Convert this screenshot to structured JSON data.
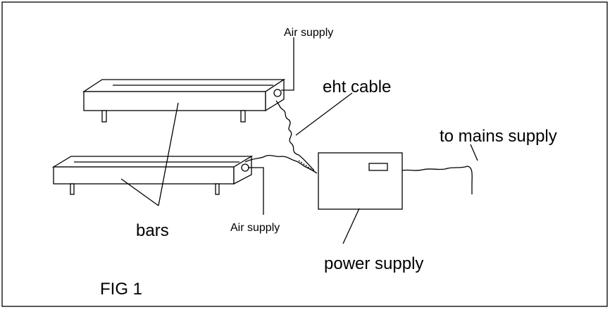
{
  "figure": {
    "caption": "FIG 1",
    "labels": {
      "air_supply_top": "Air supply",
      "air_supply_bottom": "Air supply",
      "eht_cable": "eht cable",
      "mains": "to mains supply",
      "bars": "bars",
      "power_supply": "power supply"
    },
    "colors": {
      "line": "#000000",
      "background": "#ffffff"
    }
  }
}
